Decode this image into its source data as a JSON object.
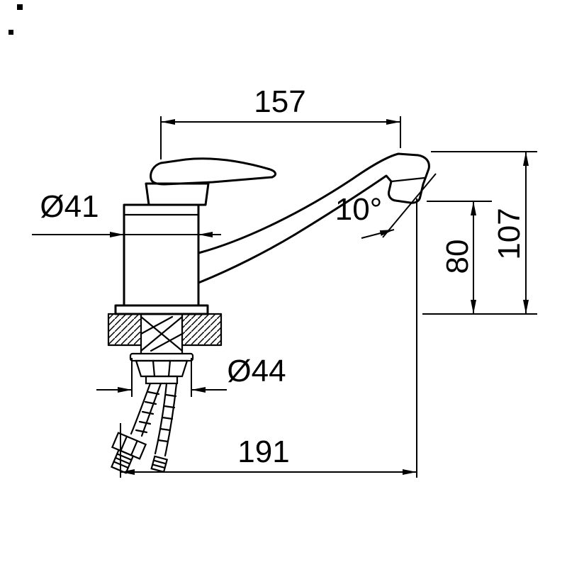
{
  "page": {
    "background": "#ffffff",
    "line_color": "#000000",
    "subject": "Single-lever sink mixer tap - dimensioned technical side view with counter cross-section, mounting nut and flexible supply hoses"
  },
  "dimensions": {
    "spout_reach": {
      "label": "157"
    },
    "body_diameter": {
      "label": "Ø41"
    },
    "aerator_angle": {
      "label": "10°"
    },
    "spout_height_above_deck": {
      "label": "80"
    },
    "overall_height": {
      "label": "107"
    },
    "mounting_diameter": {
      "label": "Ø44"
    },
    "overall_length": {
      "label": "191"
    }
  }
}
